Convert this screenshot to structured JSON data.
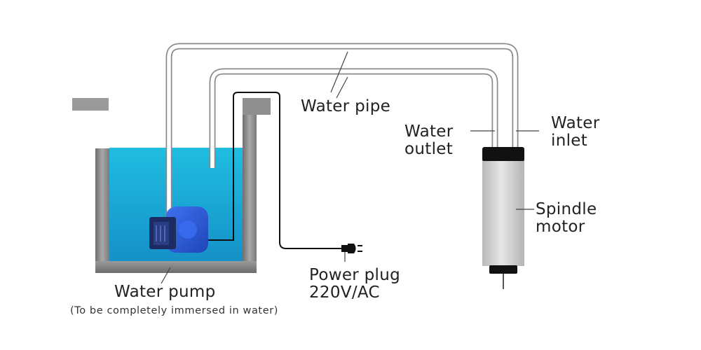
{
  "labels": {
    "water_pipe": "Water pipe",
    "water_outlet": [
      "Water",
      "outlet"
    ],
    "water_inlet": [
      "Water",
      "inlet"
    ],
    "spindle_motor": [
      "Spindle",
      "motor"
    ],
    "power_plug": [
      "Power plug",
      "220V/AC"
    ],
    "water_pump": "Water pump",
    "water_pump_note": "(To be completely immersed in water)"
  },
  "colors": {
    "water": "#1cb4d8",
    "tank_wall": "#8c8c8c",
    "pipe": "#888888",
    "pump_body": "#2f5ee0",
    "pump_motor": "#1d2b63",
    "motor_body": "#d4d4d4",
    "motor_cap": "#111111",
    "cable": "#111111"
  },
  "icons": [
    "water-pump-icon",
    "power-plug-icon",
    "spindle-motor-icon"
  ]
}
